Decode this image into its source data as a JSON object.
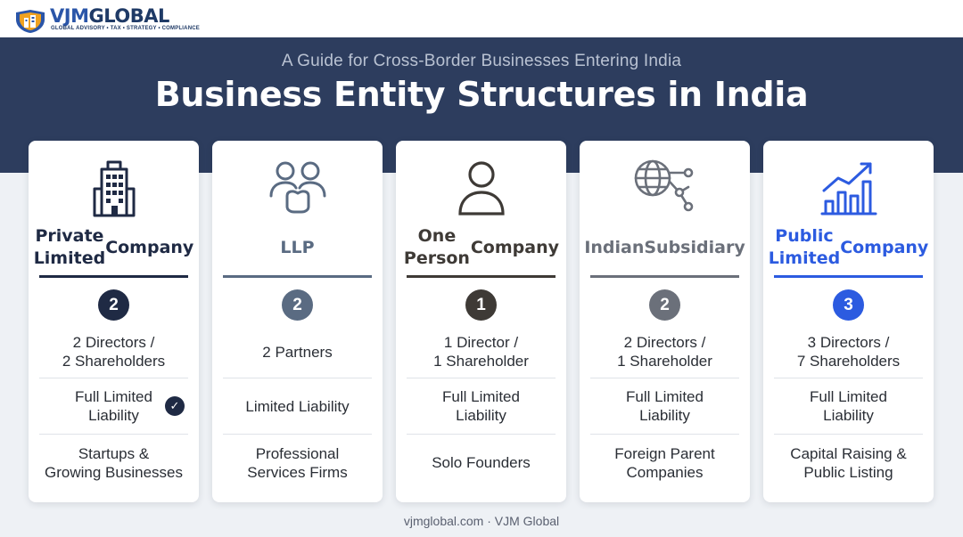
{
  "brand": {
    "name_part1": "VJM",
    "name_part2": "GLOBAL",
    "tagline": "GLOBAL ADVISORY • TAX • STRATEGY • COMPLIANCE",
    "logo_icon": "building-shield-logo-icon"
  },
  "header": {
    "subtitle": "A Guide for Cross-Border Businesses Entering India",
    "title": "Business Entity Structures in India"
  },
  "colors": {
    "banner": "#2d3d5e",
    "navy": "#1f2a44",
    "slate": "#5a6b82",
    "charcoal": "#3e3a36",
    "gray": "#6b707a",
    "blue": "#2c5be0"
  },
  "cards": [
    {
      "icon": "office-building-icon",
      "title_line1": "Private Limited",
      "title_line2": "Company",
      "accent": "#1f2a44",
      "number": "2",
      "line1a": "2 Directors /",
      "line1b": "2 Shareholders",
      "line2a": "Full Limited",
      "line2b": "Liability",
      "checked": true,
      "line3a": "Startups &",
      "line3b": "Growing Businesses"
    },
    {
      "icon": "partners-icon",
      "title_line1": "LLP",
      "title_line2": "",
      "accent": "#5a6b82",
      "number": "2",
      "line1a": "2 Partners",
      "line1b": "",
      "line2a": "Limited Liability",
      "line2b": "",
      "checked": false,
      "line3a": "Professional",
      "line3b": "Services Firms"
    },
    {
      "icon": "person-icon",
      "title_line1": "One Person",
      "title_line2": "Company",
      "accent": "#3e3a36",
      "number": "1",
      "line1a": "1 Director /",
      "line1b": "1 Shareholder",
      "line2a": "Full Limited",
      "line2b": "Liability",
      "checked": false,
      "line3a": "Solo Founders",
      "line3b": ""
    },
    {
      "icon": "globe-network-icon",
      "title_line1": "Indian",
      "title_line2": "Subsidiary",
      "accent": "#6b707a",
      "number": "2",
      "line1a": "2 Directors /",
      "line1b": "1 Shareholder",
      "line2a": "Full Limited",
      "line2b": "Liability",
      "checked": false,
      "line3a": "Foreign Parent",
      "line3b": "Companies"
    },
    {
      "icon": "growth-chart-icon",
      "title_line1": "Public Limited",
      "title_line2": "Company",
      "accent": "#2c5be0",
      "number": "3",
      "line1a": "3 Directors /",
      "line1b": "7 Shareholders",
      "line2a": "Full Limited",
      "line2b": "Liability",
      "checked": false,
      "line3a": "Capital Raising &",
      "line3b": "Public Listing"
    }
  ],
  "footer": {
    "text": "vjmglobal.com · VJM Global"
  }
}
